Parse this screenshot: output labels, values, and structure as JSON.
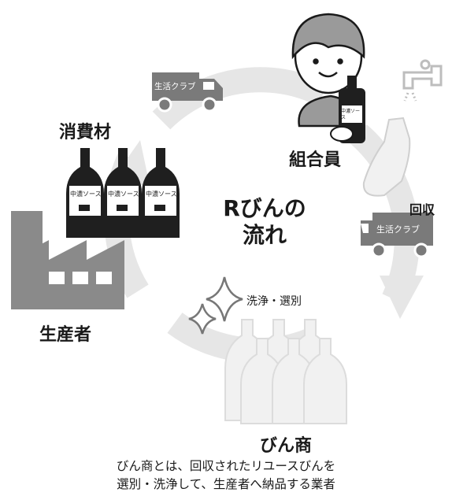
{
  "title": [
    "Rびんの",
    "流れ"
  ],
  "labels": {
    "consumables": "消費材",
    "member": "組合員",
    "collection": "回収",
    "wash_sort": "洗浄・選別",
    "producer": "生産者",
    "bottle_dealer": "びん商"
  },
  "truck_text": "生活クラブ",
  "bottle_label": "中濃ソース",
  "description": [
    "びん商とは、回収されたリユースびんを",
    "選別・洗浄して、生産者へ納品する業者"
  ],
  "colors": {
    "cycle_arrow": "#e6e6e6",
    "truck": "#7a7a7a",
    "factory": "#8a8a8a",
    "dark_bottle": "#1f1f1f",
    "empty_bottle": "#f1f1f1"
  }
}
